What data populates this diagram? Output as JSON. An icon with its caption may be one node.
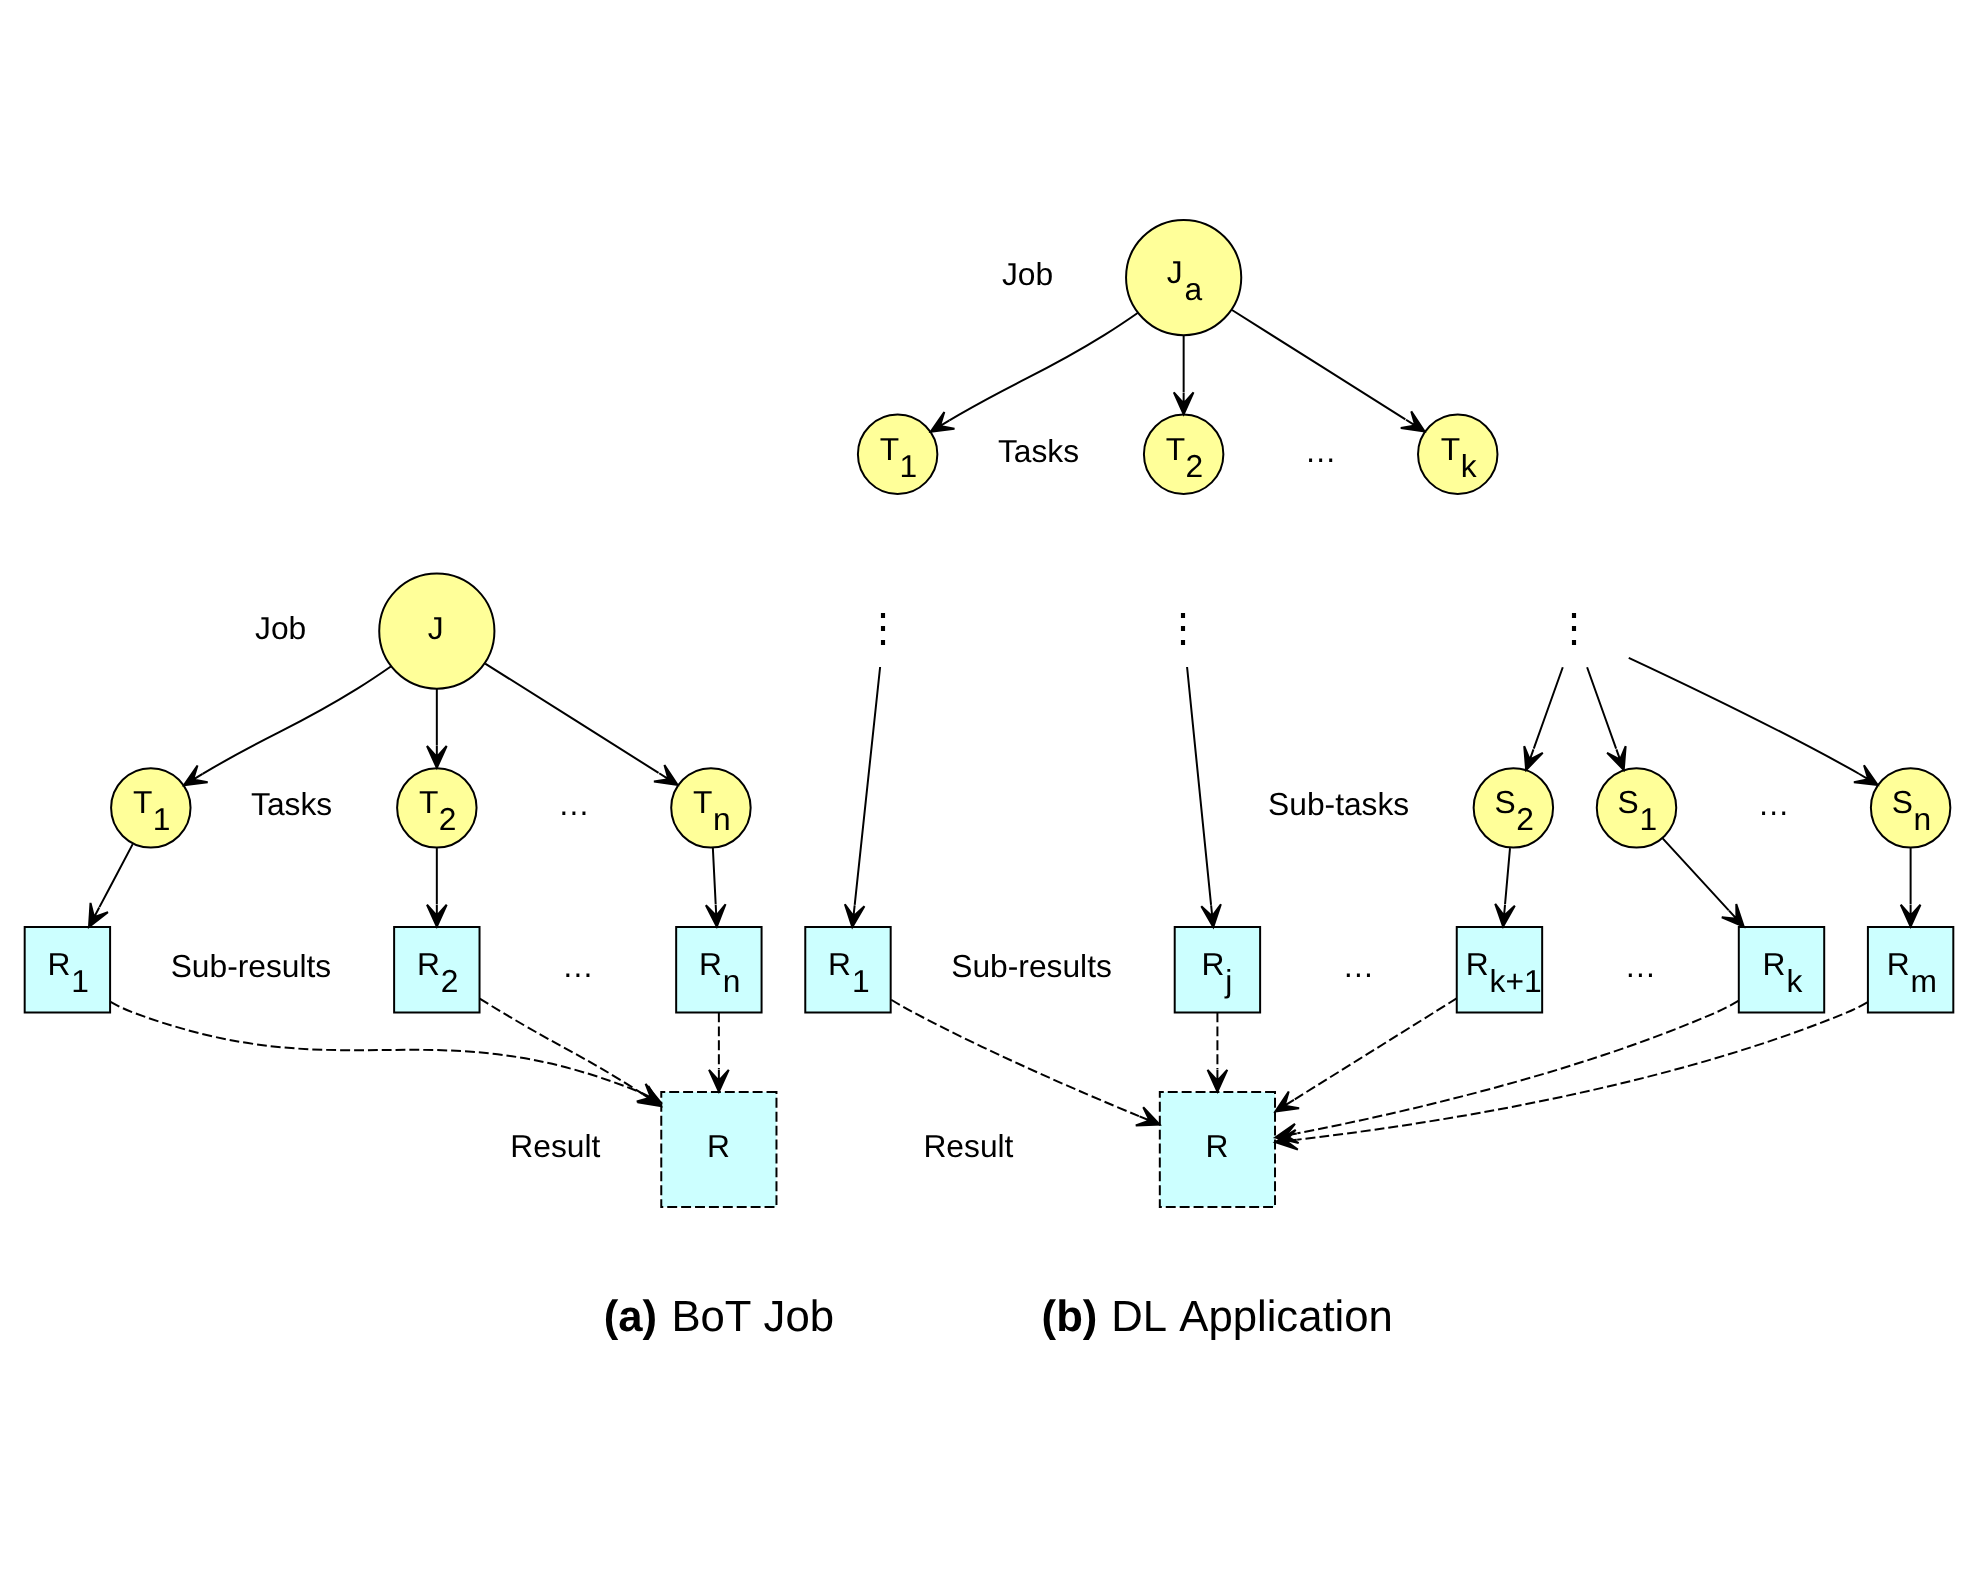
{
  "diagram": {
    "nodes": [
      {
        "text": [
          "J"
        ]
      },
      {
        "text": [
          "T$_{1}$"
        ]
      },
      {
        "text": [
          "T$_{2}$"
        ]
      },
      {
        "text": [
          "T$_{n}$"
        ]
      },
      {
        "text": [
          "R$_{1}$"
        ]
      },
      {
        "text": [
          "R$_{2}$"
        ]
      },
      {
        "text": [
          "R$_{n}$"
        ]
      },
      {
        "text": [
          "R"
        ]
      },
      {
        "text": [
          "J$_{a}$"
        ]
      },
      {
        "text": [
          "T$_{1}$"
        ]
      },
      {
        "text": [
          "T$_{2}$"
        ]
      },
      {
        "text": [
          "T$_{k}$"
        ]
      },
      {
        "text": [
          "⋮"
        ]
      },
      {
        "text": [
          "⋮"
        ]
      },
      {
        "text": [
          "⋮"
        ]
      },
      {
        "text": [
          "S$_{1}$"
        ]
      },
      {
        "text": [
          "S$_{2}$"
        ]
      },
      {
        "text": [
          "S$_{n}$"
        ]
      },
      {
        "text": [
          "R$_{1}$"
        ]
      },
      {
        "text": [
          "R$_{j}$"
        ]
      },
      {
        "text": [
          "R$_{k}$"
        ]
      },
      {
        "text": [
          "R$_{k+1}$"
        ]
      },
      {
        "text": [
          "R$_{m}$"
        ]
      },
      {
        "text": [
          "R"
        ]
      }
    ],
    "edges": [
      {
        "from": 0,
        "to": 1,
        "arrow": "to"
      },
      {
        "from": 0,
        "to": 2,
        "arrow": "to"
      },
      {
        "from": 0,
        "to": 3,
        "arrow": "to"
      },
      {
        "from": 1,
        "to": 4,
        "arrow": "to"
      },
      {
        "from": 2,
        "to": 5,
        "arrow": "to"
      },
      {
        "from": 3,
        "to": 6,
        "arrow": "to"
      },
      {
        "from": 4,
        "to": 7,
        "arrow": "to",
        "style": "dashed"
      },
      {
        "from": 5,
        "to": 7,
        "arrow": "to",
        "style": "dashed"
      },
      {
        "from": 6,
        "to": 7,
        "arrow": "to",
        "style": "dashed"
      },
      {
        "from": 8,
        "to": 9,
        "arrow": "to"
      },
      {
        "from": 8,
        "to": 10,
        "arrow": "to"
      },
      {
        "from": 8,
        "to": 11,
        "arrow": "to"
      },
      {
        "from": 12,
        "to": 18,
        "arrow": "to"
      },
      {
        "from": 13,
        "to": 19,
        "arrow": "to"
      },
      {
        "from": 14,
        "to": 15,
        "arrow": "to"
      },
      {
        "from": 14,
        "to": 16,
        "arrow": "to"
      },
      {
        "from": 14,
        "to": 17,
        "arrow": "to"
      },
      {
        "from": 15,
        "to": 20,
        "arrow": "to"
      },
      {
        "from": 16,
        "to": 21,
        "arrow": "to"
      },
      {
        "from": 17,
        "to": 22,
        "arrow": "to"
      },
      {
        "from": 18,
        "to": 23,
        "arrow": "to",
        "style": "dashed"
      },
      {
        "from": 19,
        "to": 23,
        "arrow": "to",
        "style": "dashed"
      },
      {
        "from": 20,
        "to": 23,
        "arrow": "to",
        "style": "dashed"
      },
      {
        "from": 21,
        "to": 23,
        "arrow": "to",
        "style": "dashed"
      },
      {
        "from": 22,
        "to": 23,
        "arrow": "to",
        "style": "dashed"
      }
    ],
    "labels": [
      "Job",
      "Job",
      "Tasks",
      "…",
      "Tasks",
      "…",
      "Sub-tasks",
      "…",
      "Sub-results",
      "…",
      "Sub-results",
      "…",
      "…",
      "Result",
      "Result",
      "**(a)** BoT Job",
      "**(b)** DL Application"
    ]
  }
}
